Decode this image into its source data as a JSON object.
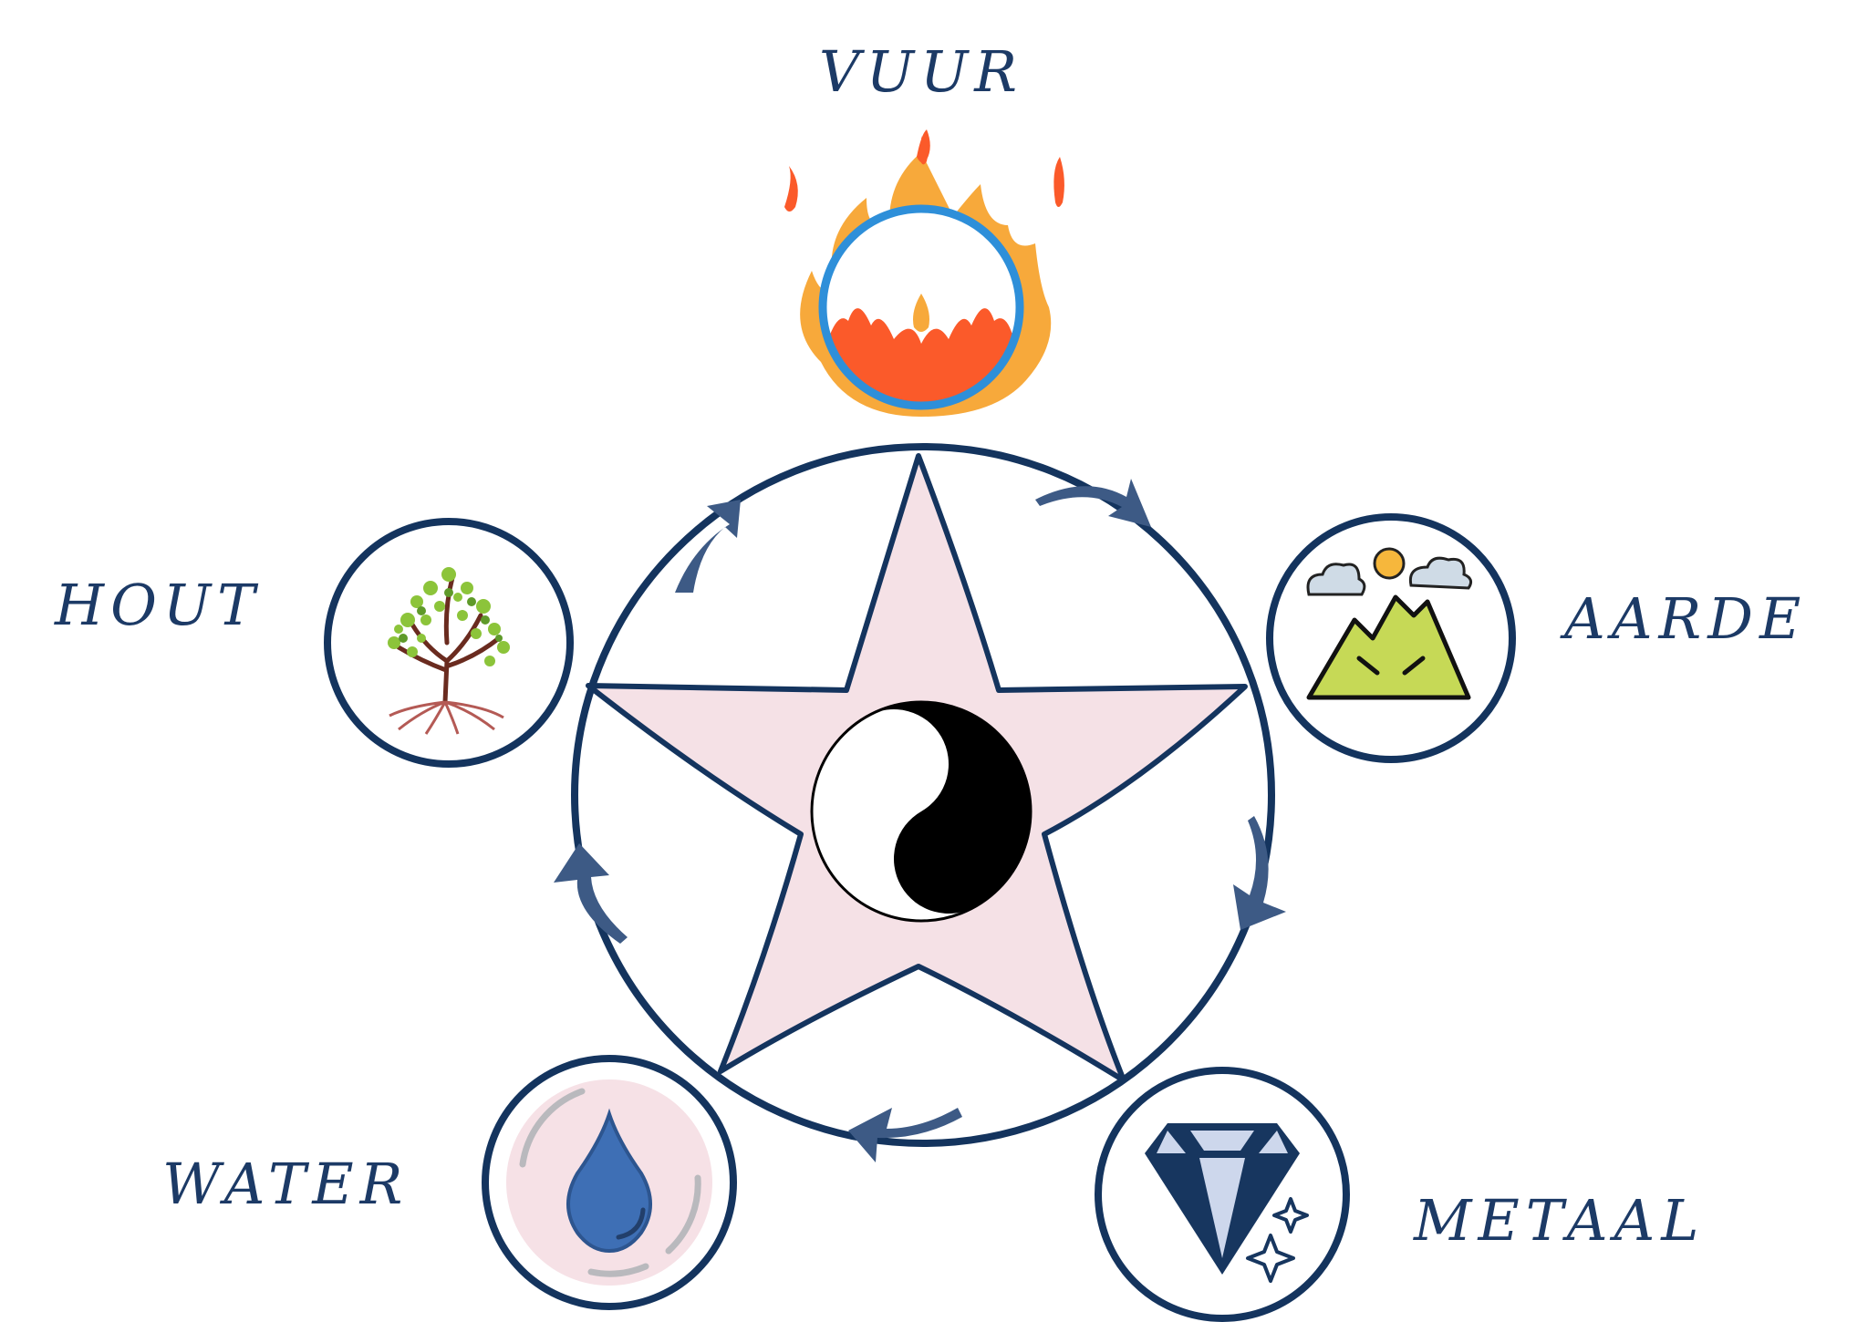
{
  "elements": {
    "fire": {
      "label": "VUUR",
      "icon": "fire-ring-icon"
    },
    "earth": {
      "label": "AARDE",
      "icon": "mountain-icon"
    },
    "metal": {
      "label": "METAAL",
      "icon": "diamond-icon"
    },
    "water": {
      "label": "WATER",
      "icon": "water-drop-icon"
    },
    "wood": {
      "label": "HOUT",
      "icon": "tree-icon"
    }
  },
  "center": {
    "icon": "yin-yang-icon"
  },
  "colors": {
    "outline": "#14345e",
    "label": "#1c3a66",
    "star_fill": "#f5e1e6",
    "fire_orange": "#f7a93b",
    "fire_red": "#fb5a2a",
    "fire_ring": "#2e8fd9",
    "mountain_green": "#c6d956",
    "sun": "#f6b73c",
    "cloud": "#cfdbe6",
    "water_drop": "#3e6fb5",
    "water_bg": "#f6e1e6",
    "diamond_dark": "#17365f",
    "diamond_light": "#cdd7ec",
    "leaf_green": "#8cc43a"
  }
}
